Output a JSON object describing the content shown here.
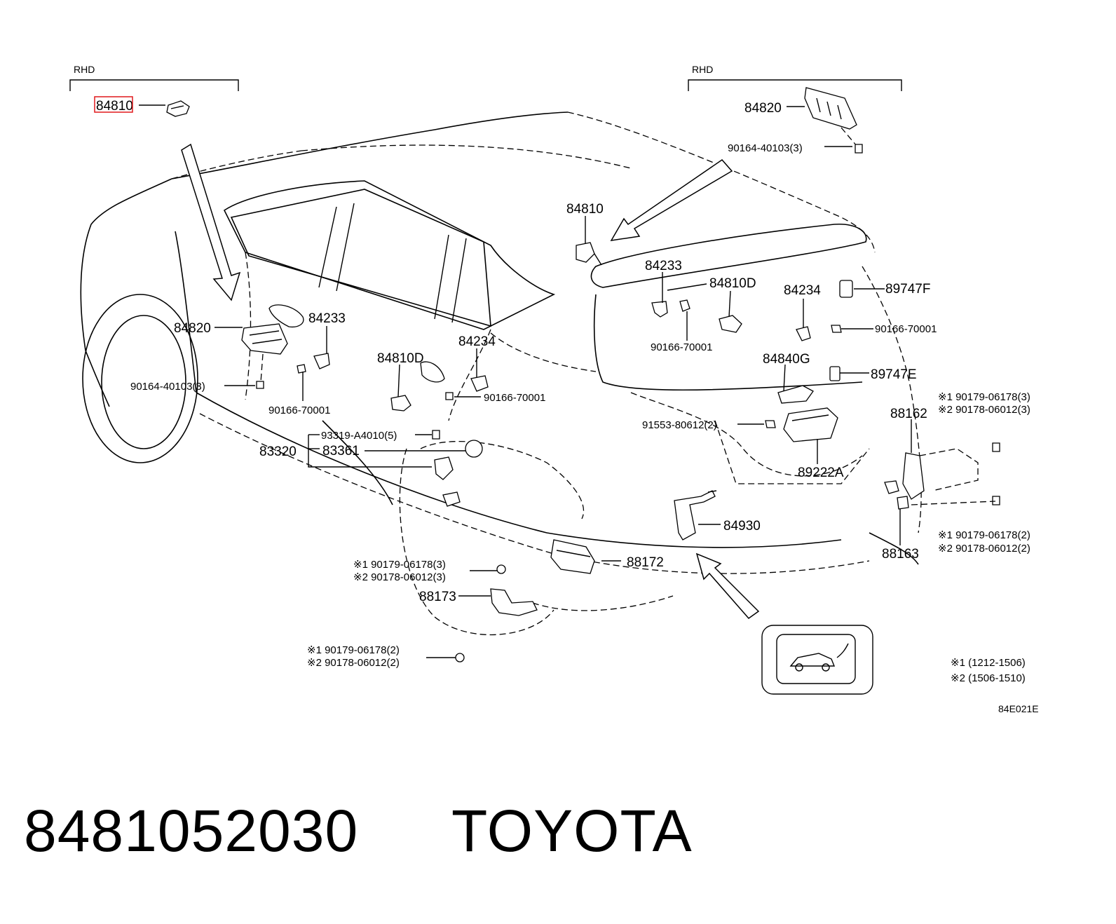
{
  "diagram": {
    "bracket_labels": [
      "RHD",
      "RHD"
    ],
    "callouts": {
      "c84810_top": "84810",
      "c84820_top": "84820",
      "c90164_top": "90164-40103(3)",
      "c84810_roof": "84810",
      "c84233_right": "84233",
      "c84810d_right": "84810D",
      "c84234_right": "84234",
      "c89747f": "89747F",
      "c90166_a": "90166-70001",
      "c90166_b": "90166-70001",
      "c84840g": "84840G",
      "c89747e": "89747E",
      "c84820_left": "84820",
      "c84233_left": "84233",
      "c90164_left": "90164-40103(3)",
      "c90166_c": "90166-70001",
      "c84810d_left": "84810D",
      "c84234_left": "84234",
      "c90166_d": "90166-70001",
      "c93319": "93319-A4010(5)",
      "c83320": "83320",
      "c83361": "83361",
      "c91553": "91553-80612(2)",
      "c89222a": "89222A",
      "c88162": "88162",
      "c88162_n1": "※1 90179-06178(3)",
      "c88162_n2": "※2 90178-06012(3)",
      "c88163": "88163",
      "c88163_n1": "※1 90179-06178(2)",
      "c88163_n2": "※2 90178-06012(2)",
      "c84930": "84930",
      "c88172": "88172",
      "c88172_n1": "※1 90179-06178(3)",
      "c88172_n2": "※2 90178-06012(3)",
      "c88173": "88173",
      "c88173_n1": "※1 90179-06178(2)",
      "c88173_n2": "※2 90178-06012(2)"
    },
    "legend": {
      "note1": "※1 (1212-1506)",
      "note2": "※2 (1506-1510)"
    },
    "figure_code": "84E021E",
    "highlight_color": "#e0191b"
  },
  "footer": {
    "part_number": "8481052030",
    "brand": "TOYOTA"
  }
}
